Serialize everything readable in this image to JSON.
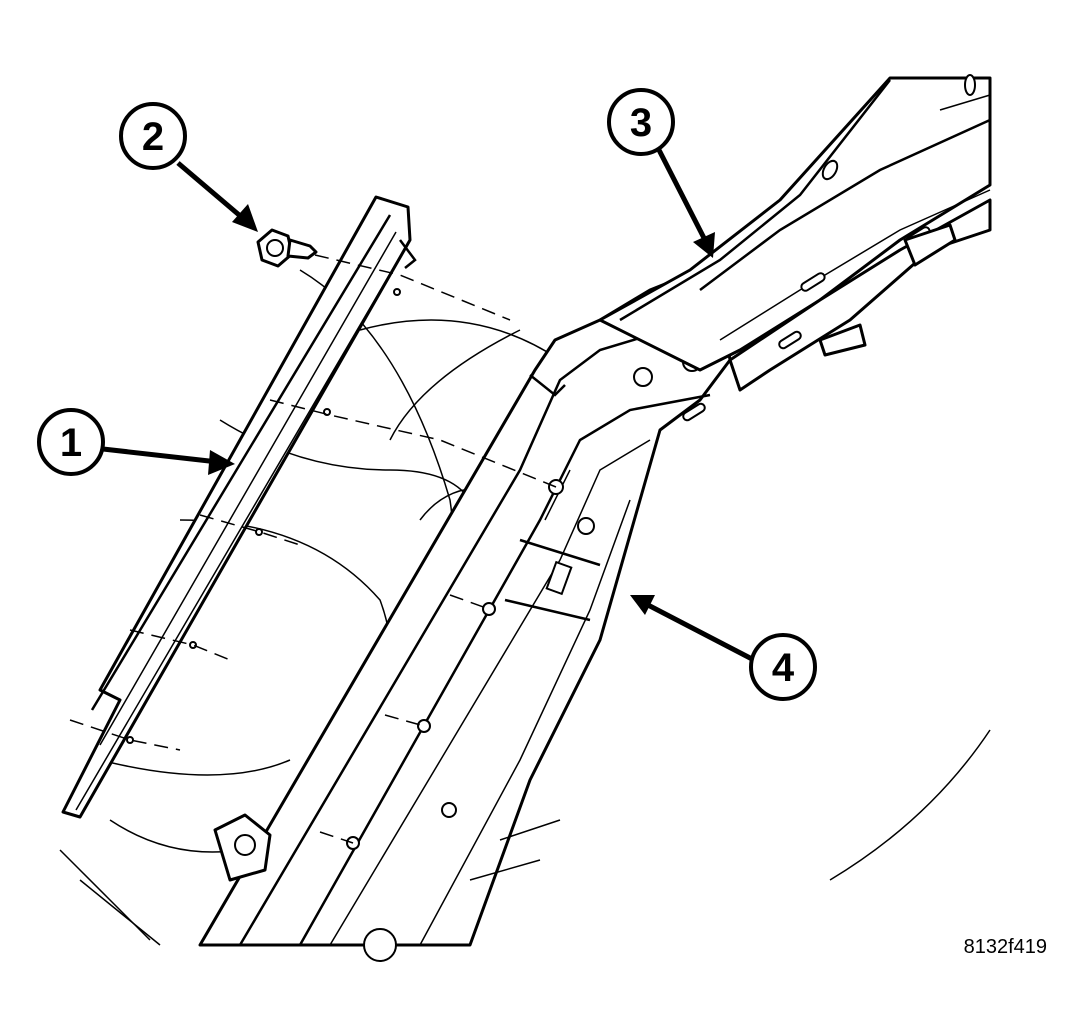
{
  "figure_id": "8132f419",
  "callouts": [
    {
      "number": "1",
      "part": "a-pillar-trim-molding"
    },
    {
      "number": "2",
      "part": "fastener-screw"
    },
    {
      "number": "3",
      "part": "roof-rail"
    },
    {
      "number": "4",
      "part": "a-pillar"
    }
  ],
  "colors": {
    "line": "#000000",
    "background": "#ffffff"
  }
}
